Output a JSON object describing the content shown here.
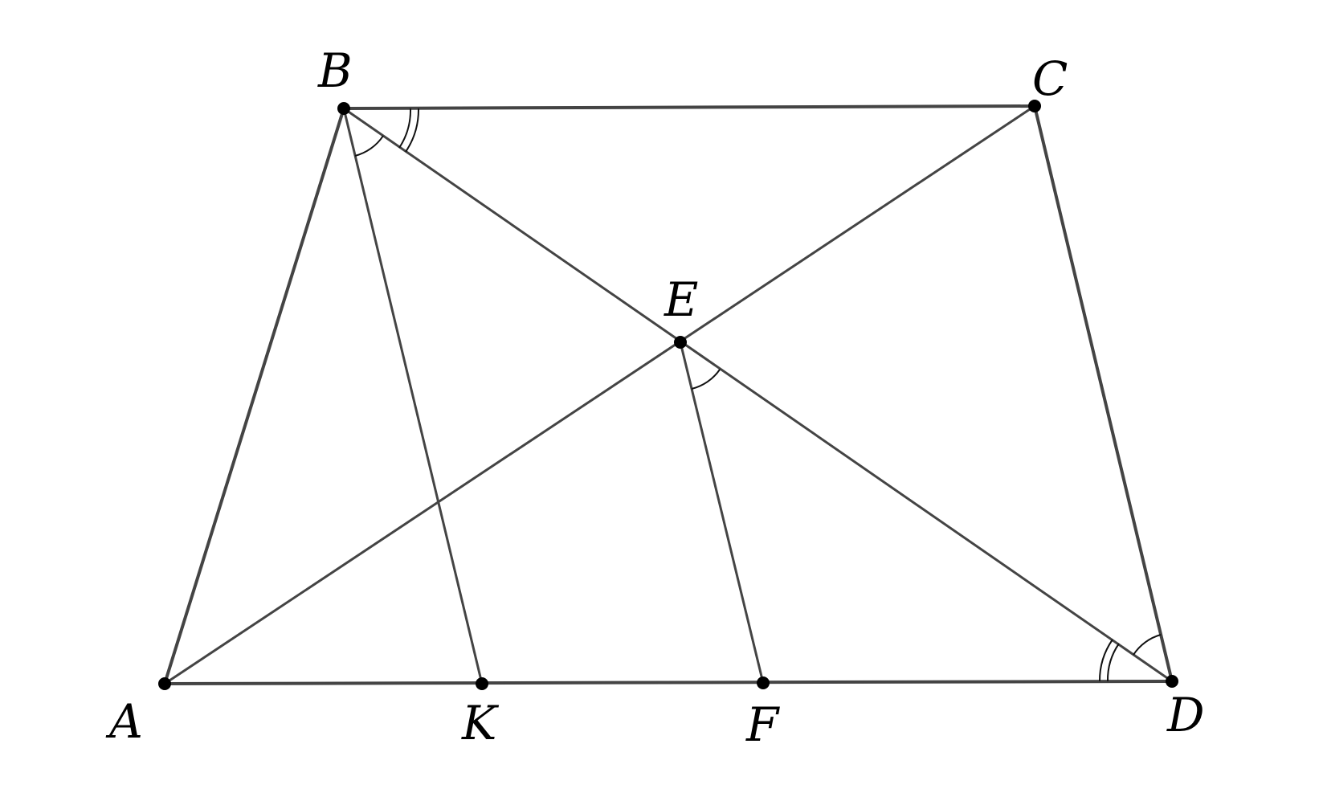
{
  "labels": {
    "A": "A",
    "B": "B",
    "C": "C",
    "D": "D",
    "E": "E",
    "K": "K",
    "F": "F"
  }
}
